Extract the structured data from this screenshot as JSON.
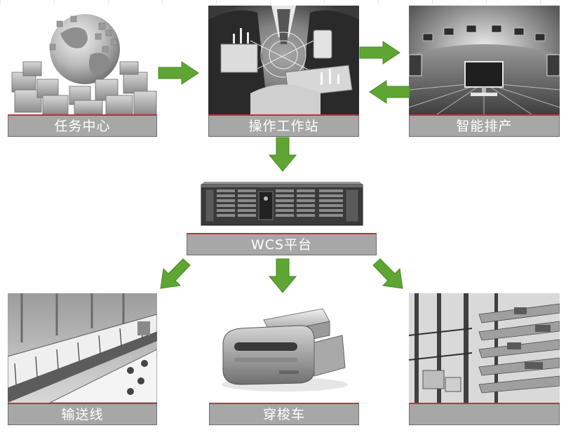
{
  "colors": {
    "arrow_fill": "#5ea533",
    "arrow_stroke": "#4a8a25",
    "label_bg": "#a7a7a7",
    "label_top_border": "#b23a3a"
  },
  "nodes": {
    "task_center": {
      "label": "任务中心",
      "image": "globe-with-boxes-image"
    },
    "operation_workstation": {
      "label": "操作工作站",
      "image": "businessman-with-devices-image"
    },
    "smart_scheduling": {
      "label": "智能排产",
      "image": "monitor-array-image"
    },
    "wcs_platform": {
      "label": "WCS平台",
      "image": "rack-server-image"
    },
    "conveyor_line": {
      "label": "输送线",
      "image": "conveyor-line-image"
    },
    "shuttle_car": {
      "label": "穿梭车",
      "image": "shuttle-car-image"
    },
    "shelving": {
      "label": "",
      "image": "warehouse-shelving-image"
    }
  },
  "edges": [
    {
      "from": "task_center",
      "to": "operation_workstation"
    },
    {
      "from": "operation_workstation",
      "to": "smart_scheduling"
    },
    {
      "from": "smart_scheduling",
      "to": "operation_workstation"
    },
    {
      "from": "operation_workstation",
      "to": "wcs_platform"
    },
    {
      "from": "wcs_platform",
      "to": "conveyor_line"
    },
    {
      "from": "wcs_platform",
      "to": "shuttle_car"
    },
    {
      "from": "wcs_platform",
      "to": "shelving"
    }
  ]
}
